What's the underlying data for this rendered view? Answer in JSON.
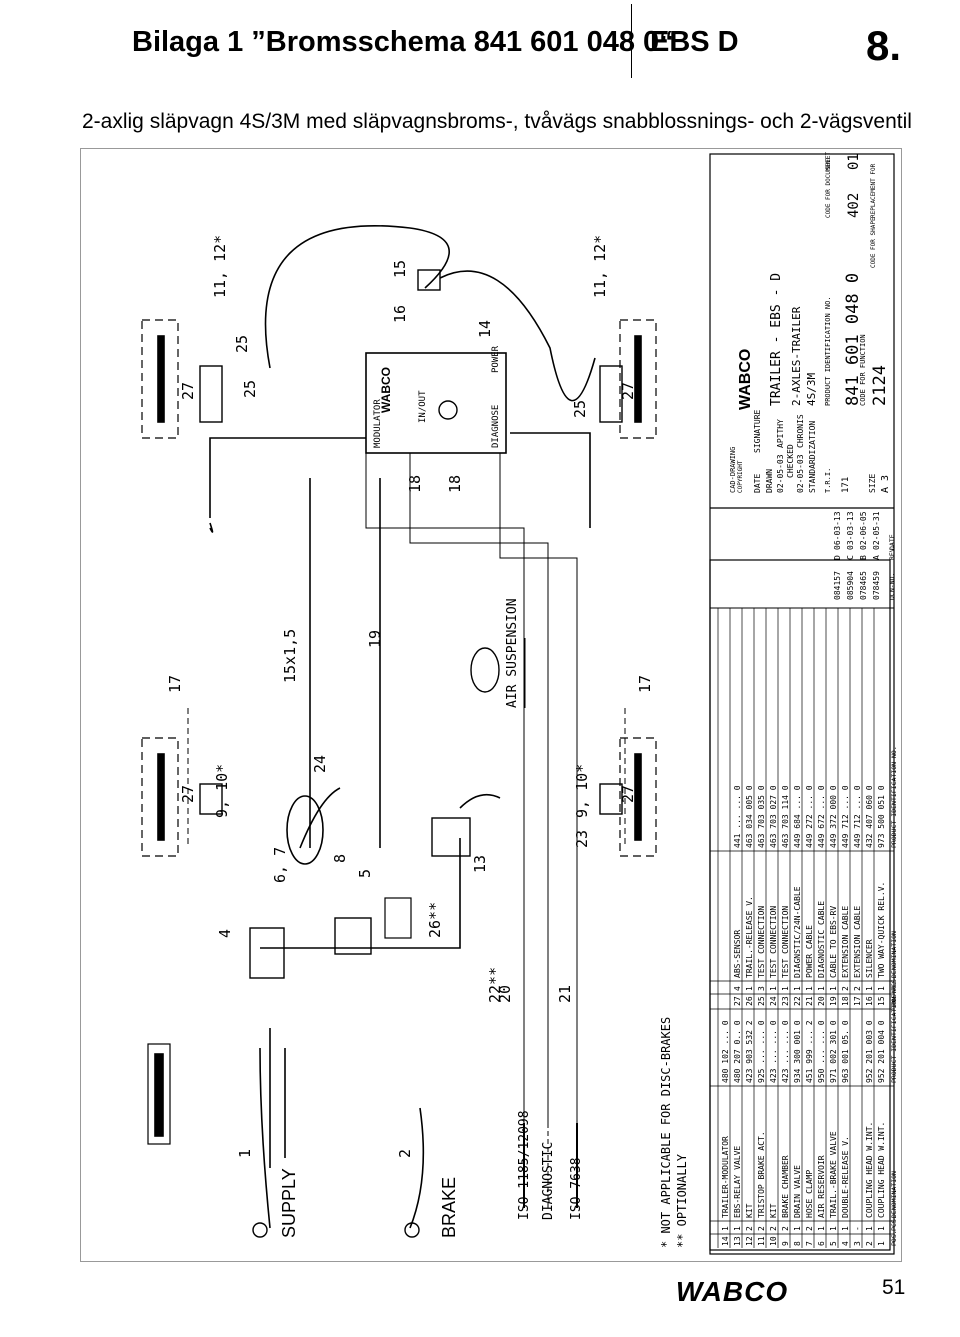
{
  "header": {
    "title": "Bilaga 1 ”Bromsschema 841 601 048 0“",
    "system": "EBS D",
    "section": "8."
  },
  "subtitle": "2-axlig släpvagn 4S/3M med släpvagnsbroms-, tvåvägs snabblossnings- och 2-vägsventil",
  "footer": {
    "brand": "WABCO",
    "page": "51"
  },
  "diagram": {
    "callouts": {
      "c1": "1",
      "c2": "2",
      "c4": "4",
      "c5": "5",
      "c67": "6, 7",
      "c8": "8",
      "c13": "13",
      "c14": "14",
      "c15": "15",
      "c16": "16",
      "c17a": "17",
      "c17b": "17",
      "c18a": "18",
      "c18b": "18",
      "c19": "19",
      "c20": "20",
      "c21": "21",
      "c22": "22**",
      "c23": "23",
      "c24": "24",
      "c25a": "25",
      "c25b": "25",
      "c25c": "25",
      "c26": "26**",
      "c27a": "27",
      "c27b": "27",
      "c27c": "27",
      "c27d": "27",
      "c910a": "9, 10*",
      "c910b": "9, 10*",
      "c1112a": "11, 12*",
      "c1112b": "11, 12*",
      "c15x15": "15x1,5"
    },
    "labels": {
      "supply": "SUPPLY",
      "brake": "BRAKE",
      "iso1": "ISO 1185/12098",
      "diagnostic": "DIAGNOSTIC",
      "iso2": "ISO 7638",
      "air_suspension": "AIR SUSPENSION",
      "modulator": "MODULATOR",
      "inout": "IN/OUT",
      "diagnose": "DIAGNOSE",
      "power": "POWER",
      "wabco_box": "WABCO",
      "note1": "*  NOT APPLICABLE FOR DISC-BRAKES",
      "note2": "** OPTIONALLY"
    },
    "parts_table": {
      "headers": [
        "POS.",
        "PCS.",
        "DENOMINATION",
        "PRODUCT IDENTIFICATION NO.",
        "POS.",
        "PCS.",
        "DENOMINATION",
        "PRODUCT IDENTIFICATION NO."
      ],
      "rows": [
        [
          "14",
          "1",
          "TRAILER-MODULATOR",
          "480 102 ... 0",
          "",
          "",
          "",
          ""
        ],
        [
          "13",
          "1",
          "EBS-RELAY VALVE",
          "480 207 0.. 0",
          "27",
          "4",
          "ABS-SENSOR",
          "441 ... ... 0"
        ],
        [
          "12",
          "2",
          "KIT",
          "423 903 532 2",
          "26",
          "1",
          "TRAIL.-RELEASE V.",
          "463 034 005 0"
        ],
        [
          "11",
          "2",
          "TRISTOP BRAKE ACT.",
          "925 ... ... 0",
          "25",
          "3",
          "TEST CONNECTION",
          "463 703 035 0"
        ],
        [
          "10",
          "2",
          "KIT",
          "423 ... ... 0",
          "24",
          "1",
          "TEST CONNECTION",
          "463 703 027 0"
        ],
        [
          "9",
          "2",
          "BRAKE CHAMBER",
          "423 ... ... 0",
          "23",
          "1",
          "TEST CONNECTION",
          "463 703 114 0"
        ],
        [
          "8",
          "1",
          "DRAIN VALVE",
          "934 300 001 0",
          "22",
          "1",
          "DIAGNSTIC/24N-CABLE",
          "449 684 ... 0"
        ],
        [
          "7",
          "2",
          "HOSE CLAMP",
          "451 999 ... 2",
          "21",
          "1",
          "POWER CABLE",
          "449 272 ... 0"
        ],
        [
          "6",
          "1",
          "AIR RESERVOIR",
          "950 ... ... 0",
          "20",
          "1",
          "DIAGNOSTIC CABLE",
          "449 672 ... 0"
        ],
        [
          "5",
          "1",
          "TRAIL.-BRAKE VALVE",
          "971 002 301 0",
          "19",
          "1",
          "CABLE TO EBS-RV",
          "449 372 000 0"
        ],
        [
          "4",
          "1",
          "DOUBLE-RELEASE V.",
          "963 001 05. 0",
          "18",
          "2",
          "EXTENSION CABLE",
          "449 712 ... 0"
        ],
        [
          "3",
          "-",
          "",
          "",
          "17",
          "2",
          "EXTENSION CABLE",
          "449 712 ... 0"
        ],
        [
          "2",
          "1",
          "COUPLING HEAD W.INT.",
          "952 201 003 0",
          "16",
          "1",
          "SILENCER",
          "432 407 060 0"
        ],
        [
          "1",
          "1",
          "COUPLING HEAD W.INT.",
          "952 201 004 0",
          "15",
          "1",
          "TWO WAY-QUICK REL.V.",
          "973 500 051 0"
        ]
      ]
    },
    "title_block": {
      "cad": "CAD-DRAWING",
      "copyright": "COPYRIGHT",
      "date_label": "DATE",
      "signature_label": "SIGNATURE",
      "drawn_label": "DRAWN",
      "drawn_date": "02-05-03",
      "drawn_by": "APITHY",
      "checked_label": "CHECKED",
      "checked_date": "02-05-03",
      "checked_by": "CHRONIS",
      "standardization": "STANDARDIZATION",
      "brand": "WABCO",
      "desc1": "TRAILER - EBS - D",
      "desc2": "2-AXLES-TRAILER",
      "desc3": "4S/3M",
      "product_id_label": "PRODUCT IDENTIFICATION NO.",
      "product_id": "841 601 048 0",
      "tri_label": "T.R.I.",
      "tri": "171",
      "code_fn_label": "CODE FOR FUNCTION",
      "code_fn": "2124",
      "size_label": "SIZE",
      "size": "A 3",
      "code_doc_label": "CODE FOR DOCUMENT",
      "code_doc": "402",
      "sheet_label": "SHEET",
      "sheet": "01",
      "replacement_label": "REPLACEMENT FOR",
      "code_shape_label": "CODE FOR SHAPE"
    },
    "revisions": [
      [
        "084157",
        "D",
        "06-03-13"
      ],
      [
        "085904",
        "C",
        "03-03-13"
      ],
      [
        "078465",
        "B",
        "02-06-05"
      ],
      [
        "078459",
        "A",
        "02-05-31"
      ]
    ],
    "revision_headers": [
      "DCN-NO.",
      "REV.",
      "DATE"
    ]
  }
}
